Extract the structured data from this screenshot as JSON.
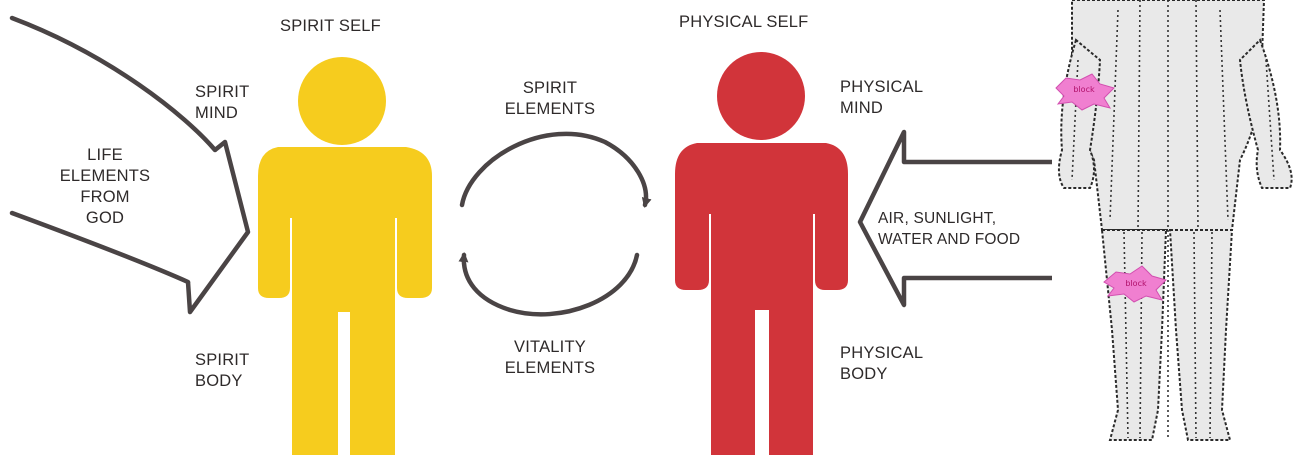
{
  "labels": {
    "spirit_self": "SPIRIT SELF",
    "physical_self": "PHYSICAL SELF",
    "spirit_mind": "SPIRIT\nMIND",
    "spirit_body": "SPIRIT\nBODY",
    "life_elements": "LIFE\nELEMENTS\nFROM\nGOD",
    "spirit_elements": "SPIRIT\nELEMENTS",
    "vitality_elements": "VITALITY\nELEMENTS",
    "physical_mind": "PHYSICAL\nMIND",
    "physical_body": "PHYSICAL\nBODY",
    "air_sunlight": "AIR, SUNLIGHT,\nWATER AND FOOD"
  },
  "block_markers": [
    "block",
    "block"
  ],
  "colors": {
    "spirit_figure": "#f6cc1e",
    "physical_figure": "#d1343a",
    "arrow_stroke": "#4a4445",
    "block_marker": "#f07fd0"
  },
  "icons": {
    "spirit_figure": "person-silhouette",
    "physical_figure": "person-silhouette",
    "cycle_arrows": "circular-arrows",
    "body_chart": "human-body-meridian-chart"
  }
}
